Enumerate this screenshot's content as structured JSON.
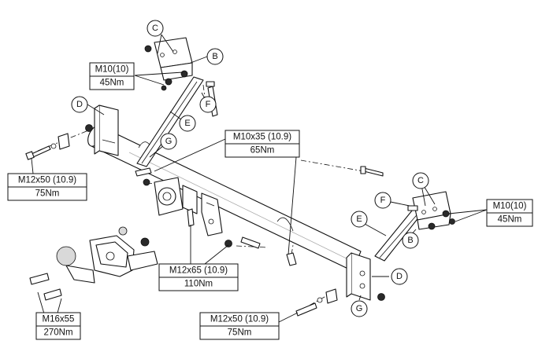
{
  "callouts": {
    "b1": "B",
    "b2": "B",
    "c1": "C",
    "c2": "C",
    "d1": "D",
    "d2": "D",
    "e1": "E",
    "e2": "E",
    "f1": "F",
    "f2": "F",
    "g1": "G",
    "g2": "G"
  },
  "specs": {
    "m10_left": {
      "size": "M10(10)",
      "torque": "45Nm"
    },
    "m12x50_left": {
      "size": "M12x50 (10.9)",
      "torque": "75Nm"
    },
    "m10x35": {
      "size": "M10x35 (10.9)",
      "torque": "65Nm"
    },
    "m10_right": {
      "size": "M10(10)",
      "torque": "45Nm"
    },
    "m12x65": {
      "size": "M12x65 (10.9)",
      "torque": "110Nm"
    },
    "m16x55": {
      "size": "M16x55",
      "torque": "270Nm"
    },
    "m12x50_bottom": {
      "size": "M12x50 (10.9)",
      "torque": "75Nm"
    }
  }
}
